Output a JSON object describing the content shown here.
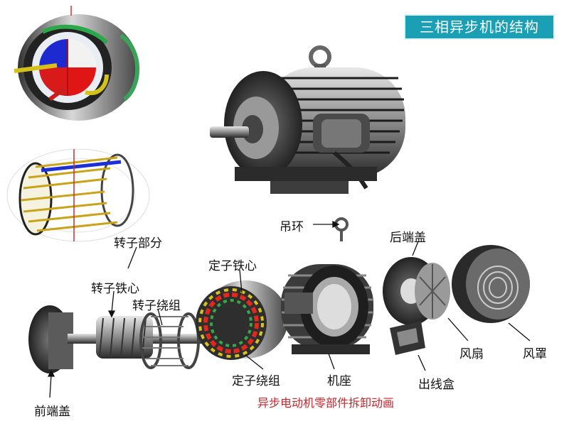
{
  "title": "三相异步机的结构",
  "labels": {
    "lifting_ring": "吊环",
    "rear_end_cover": "后端盖",
    "rotor_part": "转子部分",
    "stator_core": "定子铁心",
    "rotor_core": "转子铁心",
    "rotor_winding": "转子绕组",
    "front_end_cover": "前端盖",
    "stator_winding": "定子绕组",
    "frame": "机座",
    "fan": "风扇",
    "fan_cover": "风罩",
    "terminal_box": "出线盒"
  },
  "caption": "异步电动机零部件拆卸动画",
  "colors": {
    "title_bg": "#1a9fb5",
    "caption": "#c0282e"
  }
}
